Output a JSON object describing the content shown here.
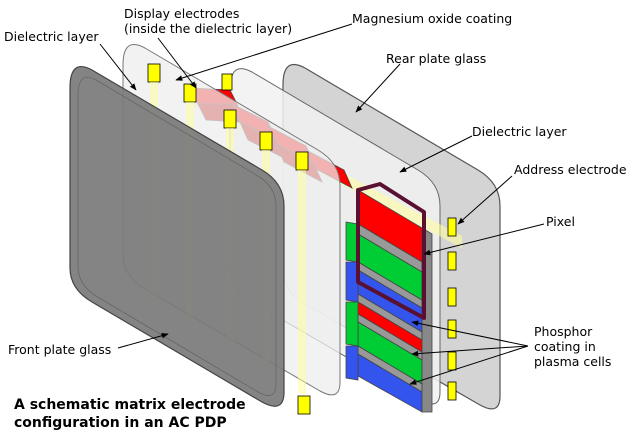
{
  "labels": {
    "display_electrodes_line1": "Display electrodes",
    "display_electrodes_line2": "(inside the dielectric layer)",
    "magnesium_oxide": "Magnesium oxide coating",
    "dielectric_front": "Dielectric layer",
    "rear_plate": "Rear plate glass",
    "dielectric_rear": "Dielectric layer",
    "address_electrode": "Address electrode",
    "pixel": "Pixel",
    "phosphor_line1": "Phosphor",
    "phosphor_line2": "coating in",
    "phosphor_line3": "plasma cells",
    "front_plate": "Front plate glass"
  },
  "caption": {
    "line1": "A schematic matrix electrode",
    "line2": "configuration in an AC PDP"
  },
  "colors": {
    "phosphor_red": "#ff0000",
    "phosphor_green": "#00cc33",
    "phosphor_blue": "#3355ee",
    "electrode_yellow": "#ffff00",
    "pixel_outline": "#5a1030",
    "front_glass": "#7a7a7a",
    "rear_glass": "#d4d4d4"
  }
}
